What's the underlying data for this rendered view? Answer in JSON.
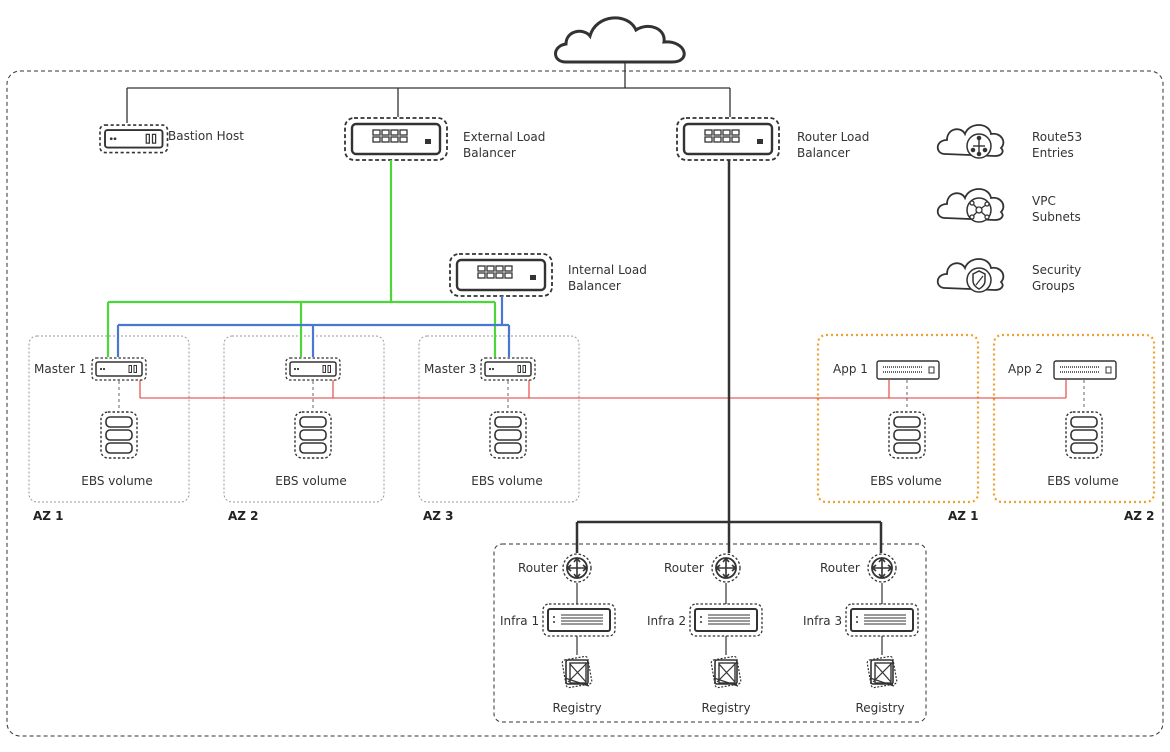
{
  "nodes": {
    "bastion": "Bastion Host",
    "external_lb": [
      "External Load",
      "Balancer"
    ],
    "router_lb": [
      "Router Load",
      "Balancer"
    ],
    "internal_lb": [
      "Internal Load",
      "Balancer"
    ],
    "master1": "Master 1",
    "master3": "Master 3",
    "app1": "App 1",
    "app2": "App  2",
    "router": "Router",
    "infra1": "Infra 1",
    "infra2": "Infra 2",
    "infra3": "Infra 3",
    "registry": "Registry",
    "ebs": "EBS volume"
  },
  "legend": {
    "route53": [
      "Route53",
      "Entries"
    ],
    "vpc": [
      "VPC",
      "Subnets"
    ],
    "security": [
      "Security",
      "Groups"
    ]
  },
  "zones": {
    "az1": "AZ 1",
    "az2": "AZ 2",
    "az3": "AZ 3",
    "app_az1": "AZ 1",
    "app_az2": "AZ 2"
  },
  "colors": {
    "green": "#4cd63a",
    "blue": "#4a78d0",
    "red": "#e03a3a",
    "orange": "#f0a030",
    "dark": "#333333"
  },
  "icons": [
    "cloud-icon",
    "server-icon",
    "load-balancer-icon",
    "switch-icon",
    "database-icon",
    "router-icon",
    "registry-icon",
    "route53-icon",
    "vpc-icon",
    "security-group-icon"
  ]
}
